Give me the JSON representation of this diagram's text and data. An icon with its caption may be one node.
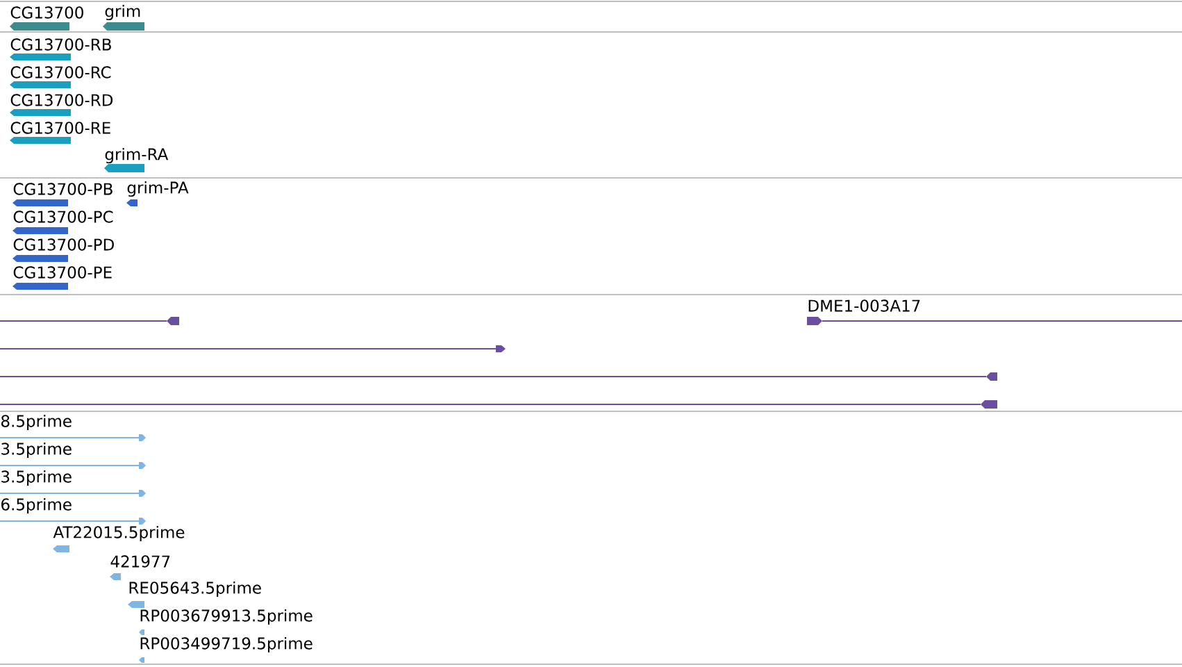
{
  "diagram": {
    "labels": [
      "CG13700",
      "grim",
      "CG13700-RB",
      "CG13700-RC",
      "CG13700-RD",
      "CG13700-RE",
      "grim-RA",
      "CG13700-PB",
      "grim-PA",
      "CG13700-PC",
      "CG13700-PD",
      "CG13700-PE",
      "DME1-003A17",
      "8.5prime",
      "3.5prime",
      "3.5prime",
      "6.5prime",
      "AT22015.5prime",
      "421977",
      "RE05643.5prime",
      "RP003679913.5prime",
      "RP003499719.5prime"
    ]
  }
}
